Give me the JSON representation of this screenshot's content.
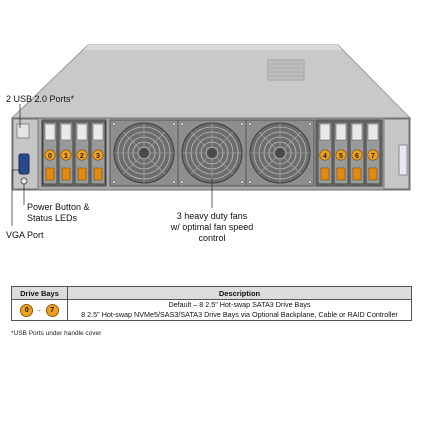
{
  "callouts": {
    "usb": "2 USB 2.0 Ports*",
    "power_line1": "Power Button &",
    "power_line2": "Status LEDs",
    "vga": "VGA Port",
    "fans_line1": "3 heavy duty fans",
    "fans_line2": "w/ optimal fan speed",
    "fans_line3": "control"
  },
  "drive_labels_left": [
    "0",
    "1",
    "2",
    "3"
  ],
  "drive_labels_right": [
    "4",
    "5",
    "6",
    "7"
  ],
  "table": {
    "headers": [
      "Drive Bays",
      "Description"
    ],
    "row": {
      "bay_start": "0",
      "bay_sep": "-",
      "bay_end": "7",
      "line1": "Default  – 8 2.5\" Hot-swap SATA3 Drive Bays",
      "line2": "8 2.5\" Hot-swap NVMe5/SAS3/SATA3 Drive Bays via Optional Backplane, Cable or RAID Controller"
    }
  },
  "footnote": "*USB Ports under handle cover",
  "colors": {
    "chassis": "#b8b8b8",
    "drive_tray": "#f0a020",
    "header_bg": "#dcdcdc"
  }
}
